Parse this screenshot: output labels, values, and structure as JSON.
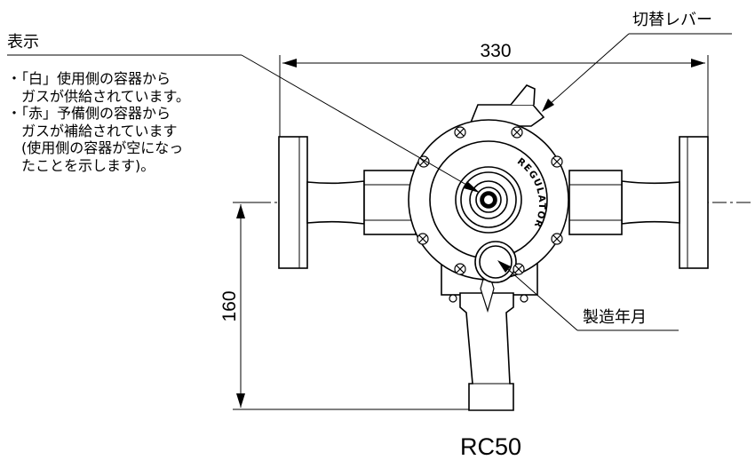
{
  "labels": {
    "display": "表示",
    "lever": "切替レバー",
    "manufacture_date": "製造年月",
    "body_text": "REGULATOR"
  },
  "notes": [
    "・「白」使用側の容器から",
    "　ガスが供給されています。",
    "・「赤」予備側の容器から",
    "　ガスが補給されています",
    "　(使用側の容器が空になっ",
    "　たことを示します)。"
  ],
  "dimensions": {
    "width": "330",
    "height": "160"
  },
  "model": "RC50"
}
